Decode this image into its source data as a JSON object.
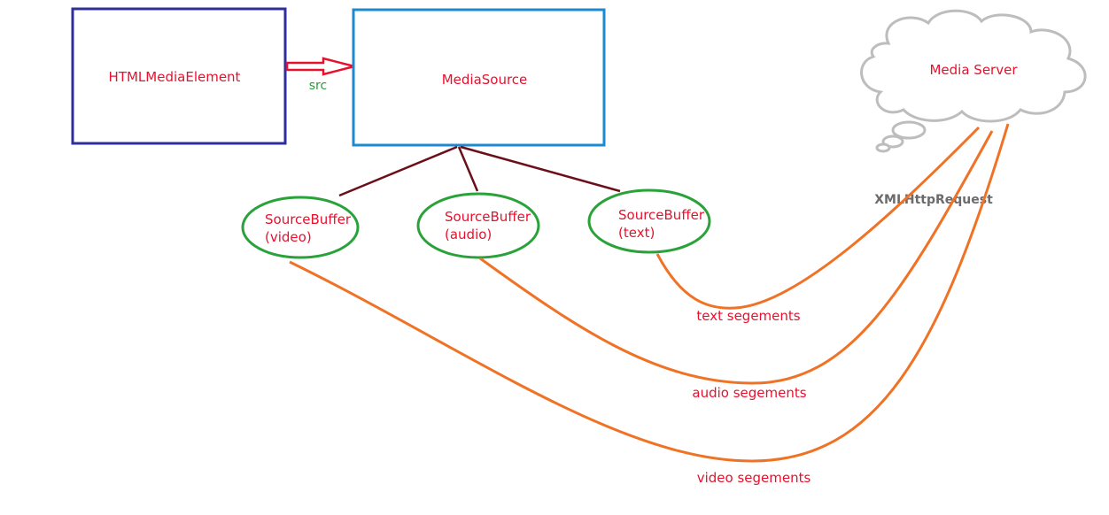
{
  "nodes": {
    "html_media_element": "HTMLMediaElement",
    "media_source": "MediaSource",
    "media_server": "Media Server",
    "sb_video_line1": "SourceBuffer",
    "sb_video_line2": "(video)",
    "sb_audio_line1": "SourceBuffer",
    "sb_audio_line2": "(audio)",
    "sb_text_line1": "SourceBuffer",
    "sb_text_line2": "(text)"
  },
  "edges": {
    "src": "src",
    "xhr": "XMLHttpRequest",
    "text_segments": "text segements",
    "audio_segments": "audio segements",
    "video_segments": "video segements"
  },
  "colors": {
    "label_red": "#e8112d",
    "src_green": "#2a9a3a",
    "box_navy": "#2f2f9c",
    "box_blue": "#1e88d0",
    "ellipse_green": "#2aa23a",
    "branch_maroon": "#6b0f1a",
    "curve_orange": "#f07225",
    "cloud_gray": "#bdbdbd",
    "xhr_gray": "#6b6b6b"
  }
}
